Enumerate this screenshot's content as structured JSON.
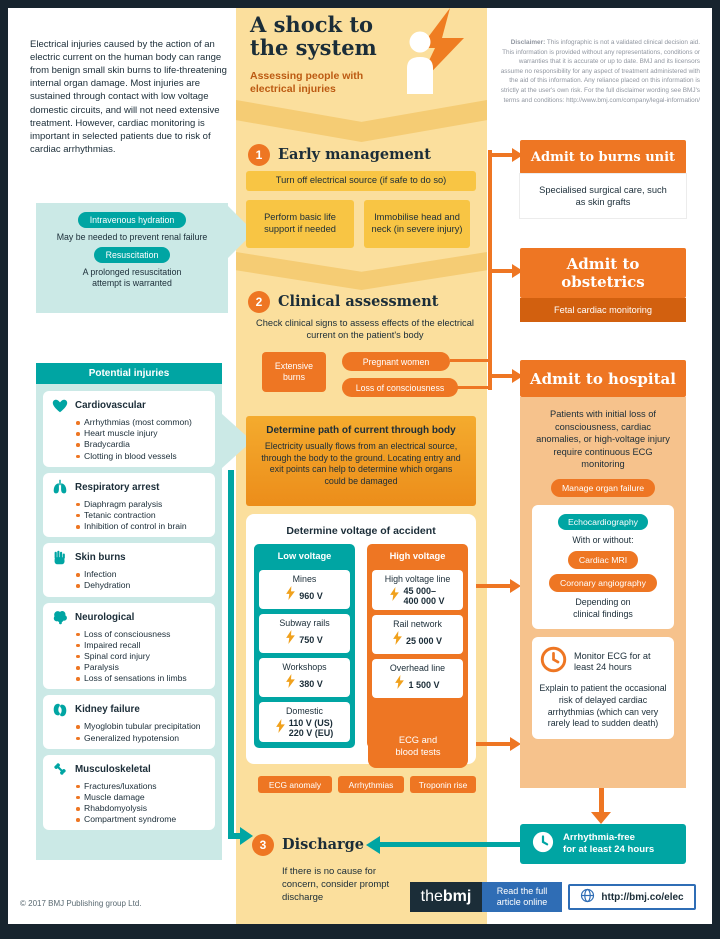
{
  "header": {
    "title": "A shock to\nthe system",
    "subtitle": "Assessing people with electrical injuries"
  },
  "intro": "Electrical injuries caused by the action of an electric current on the human body can range from benign small skin burns to life-threatening internal organ damage. Most injuries are sustained through contact with low voltage domestic circuits, and will not need extensive treatment. However, cardiac monitoring is important in selected patients due to risk of cardiac arrhythmias.",
  "disclaimer": {
    "label": "Disclaimer:",
    "text": " This infographic is not a validated clinical decision aid. This information is provided without any representations, conditions or warranties that it is accurate or up to date. BMJ and its licensors assume no responsibility for any aspect of treatment administered with the aid of this information. Any reliance placed on this information is strictly at the user's own risk. For the full disclaimer wording see BMJ's terms and conditions: http://www.bmj.com/company/legal-information/"
  },
  "notes": {
    "n1_label": "Intravenous hydration",
    "n1_text": "May be needed to prevent renal failure",
    "n2_label": "Resuscitation",
    "n2_text": "A prolonged resuscitation attempt is warranted"
  },
  "injuries": {
    "title": "Potential injuries",
    "groups": [
      {
        "name": "Cardiovascular",
        "icon": "heart-icon",
        "items": [
          "Arrhythmias (most common)",
          "Heart muscle injury",
          "Bradycardia",
          "Clotting in blood vessels"
        ]
      },
      {
        "name": "Respiratory arrest",
        "icon": "lungs-icon",
        "items": [
          "Diaphragm paralysis",
          "Tetanic contraction",
          "Inhibition of control in brain"
        ]
      },
      {
        "name": "Skin burns",
        "icon": "hand-icon",
        "items": [
          "Infection",
          "Dehydration"
        ]
      },
      {
        "name": "Neurological",
        "icon": "brain-icon",
        "items": [
          "Loss of consciousness",
          "Impaired recall",
          "Spinal cord injury",
          "Paralysis",
          "Loss of sensations in limbs"
        ]
      },
      {
        "name": "Kidney failure",
        "icon": "kidney-icon",
        "items": [
          "Myoglobin tubular precipitation",
          "Generalized hypotension"
        ]
      },
      {
        "name": "Musculoskeletal",
        "icon": "bone-icon",
        "items": [
          "Fractures/luxations",
          "Muscle damage",
          "Rhabdomyolysis",
          "Compartment syndrome"
        ]
      }
    ]
  },
  "step1": {
    "num": "1",
    "title": "Early management",
    "box1": "Turn off electrical source (if safe to do so)",
    "box2": "Perform basic life support if needed",
    "box3": "Immobilise head and neck (in severe injury)"
  },
  "step2": {
    "num": "2",
    "title": "Clinical assessment",
    "intro": "Check clinical signs to assess effects of the electrical current on the patient's body",
    "flag1": "Extensive burns",
    "flag2": "Pregnant women",
    "flag3": "Loss of consciousness",
    "path_title": "Determine path of current through body",
    "path_text": "Electricity usually flows from an electrical source, through the body to the ground. Locating entry and exit points can help to determine which organs could be damaged",
    "voltage_title": "Determine voltage of accident",
    "low_label": "Low voltage",
    "high_label": "High voltage",
    "low": [
      {
        "place": "Mines",
        "volts": "960 V"
      },
      {
        "place": "Subway rails",
        "volts": "750 V"
      },
      {
        "place": "Workshops",
        "volts": "380 V"
      },
      {
        "place": "Domestic",
        "volts": "110 V  (US)\n220 V  (EU)"
      }
    ],
    "high": [
      {
        "place": "High voltage line",
        "volts": "45 000–\n400 000 V"
      },
      {
        "place": "Rail network",
        "volts": "25 000 V"
      },
      {
        "place": "Overhead line",
        "volts": "1 500 V"
      }
    ],
    "ecg": "ECG and\nblood tests",
    "finding1": "ECG anomaly",
    "finding2": "Arrhythmias",
    "finding3": "Troponin rise"
  },
  "step3": {
    "num": "3",
    "title": "Discharge",
    "text": "If there is no cause for concern, consider prompt discharge"
  },
  "admit_burns": {
    "title": "Admit to burns unit",
    "text": "Specialised surgical care, such as skin grafts"
  },
  "admit_obstetrics": {
    "title": "Admit to\nobstetrics",
    "text": "Fetal cardiac monitoring"
  },
  "admit_hospital": {
    "title": "Admit to hospital",
    "text": "Patients with initial loss of consciousness, cardiac anomalies, or high-voltage injury require continuous ECG monitoring",
    "pill": "Manage organ failure",
    "echo": "Echocardiography",
    "with_label": "With or without:",
    "mri": "Cardiac MRI",
    "angio": "Coronary angiography",
    "depending": "Depending on\nclinical findings",
    "monitor_title": "Monitor ECG for at least 24 hours",
    "monitor_text": "Explain to patient the occasional risk of delayed cardiac arrhythmias (which can very rarely lead to sudden death)"
  },
  "arrhythmia_free": "Arrhythmia-free\nfor at least 24 hours",
  "footer": {
    "logo_the": "the",
    "logo_bmj": "bmj",
    "cta": "Read the full\narticle online",
    "url": "http://bmj.co/elec"
  },
  "copyright": "© 2017 BMJ Publishing group Ltd.",
  "colors": {
    "navy": "#17242e",
    "teal": "#00a5a3",
    "teal_light": "#cbe9e6",
    "orange": "#ee7623",
    "orange_dark": "#d2600f",
    "orange_light": "#f6c28c",
    "yellow_column": "#fbdf9d",
    "yellow_box": "#f8c544",
    "blue": "#2f6db5"
  }
}
